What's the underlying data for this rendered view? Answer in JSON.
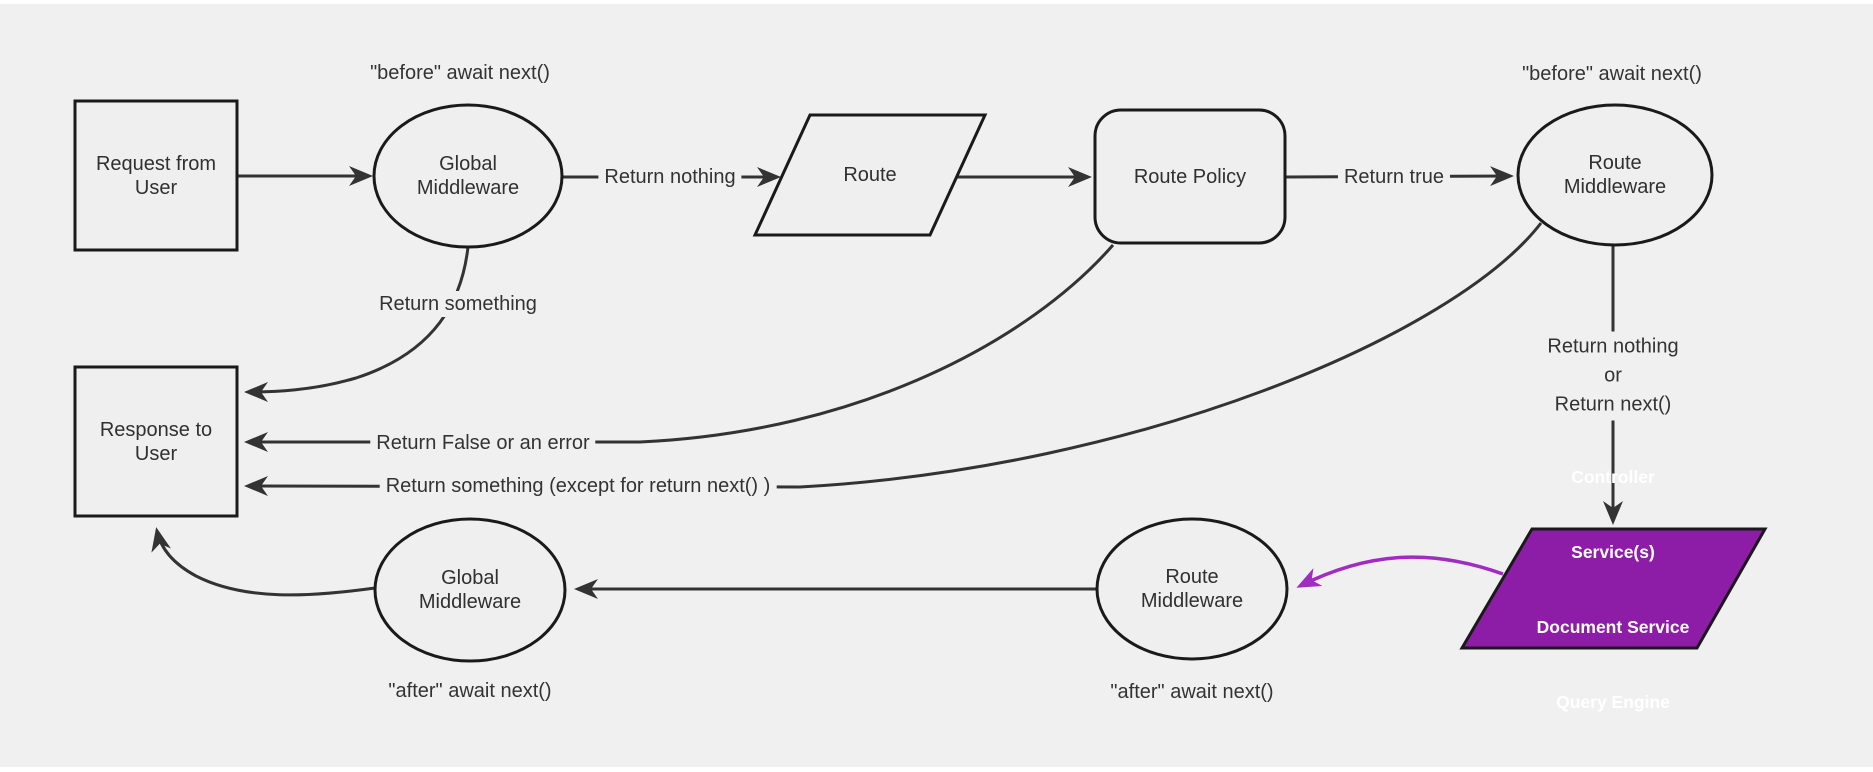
{
  "colors": {
    "background": "#f0f0f0",
    "node_fill": "#efefef",
    "node_stroke": "#1a1a1a",
    "edge": "#333333",
    "purple_fill": "#8d1ca6",
    "purple_edge": "#a12cc2",
    "text": "#303030",
    "controller_text": "#ffffff"
  },
  "nodes": {
    "request": {
      "label": "Request from User"
    },
    "global_middleware_top": {
      "label": "Global Middleware"
    },
    "route": {
      "label": "Route"
    },
    "route_policy": {
      "label": "Route Policy"
    },
    "route_middleware_top": {
      "label": "Route Middleware"
    },
    "response": {
      "label": "Response to User"
    },
    "global_middleware_bottom": {
      "label": "Global Middleware"
    },
    "route_middleware_bottom": {
      "label": "Route Middleware"
    },
    "controller": {
      "lines": [
        "Controller",
        "Service(s)",
        "Document Service",
        "Query Engine"
      ]
    }
  },
  "annotations": {
    "before_top_left": "\"before\" await next()",
    "before_top_right": "\"before\" await next()",
    "after_bottom_left": "\"after\" await next()",
    "after_bottom_right": "\"after\" await next()"
  },
  "edge_labels": {
    "return_nothing": "Return nothing",
    "return_true": "Return true",
    "return_something": "Return something",
    "return_false_or_error": "Return False or an error",
    "return_something_except": "Return something (except for return next() )",
    "return_nothing_or_next": {
      "lines": [
        "Return nothing",
        "or",
        "Return next()"
      ]
    }
  }
}
